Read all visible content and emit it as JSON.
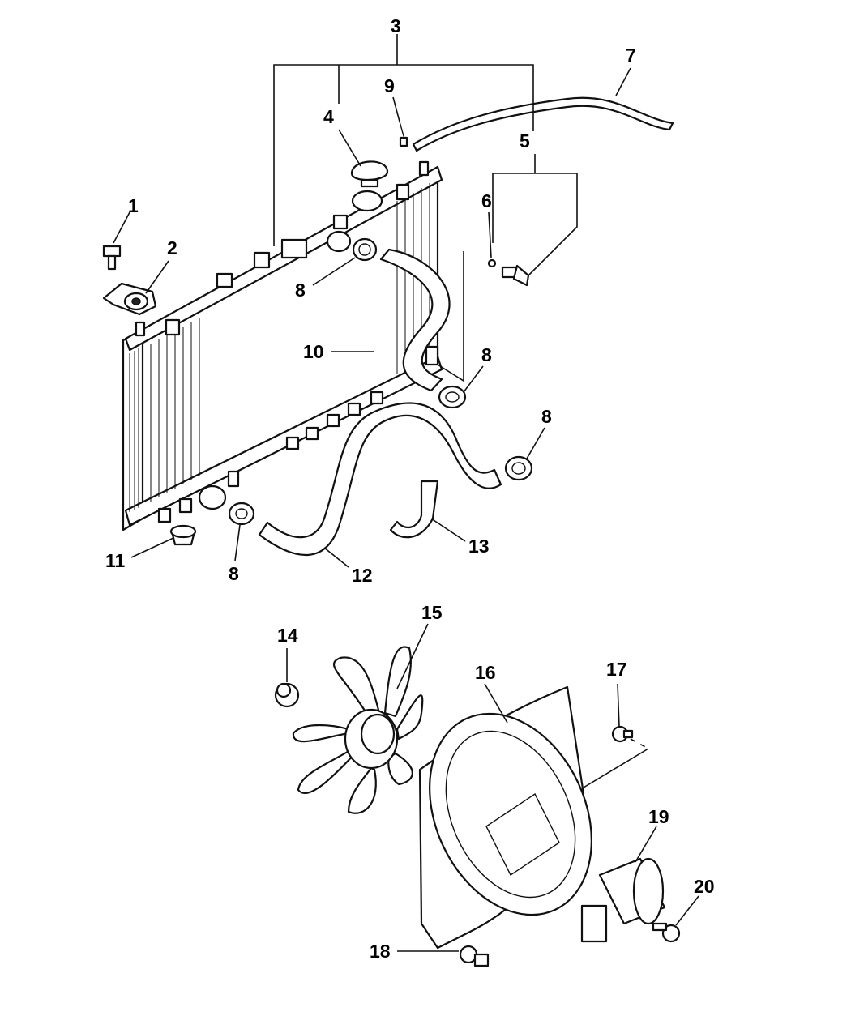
{
  "diagram": {
    "callouts": {
      "c1": "1",
      "c2": "2",
      "c3": "3",
      "c4": "4",
      "c5": "5",
      "c6": "6",
      "c7": "7",
      "c8a": "8",
      "c8b": "8",
      "c8c": "8",
      "c8d": "8",
      "c9": "9",
      "c10": "10",
      "c11": "11",
      "c12": "12",
      "c13": "13",
      "c14": "14",
      "c15": "15",
      "c16": "16",
      "c17": "17",
      "c18": "18",
      "c19": "19",
      "c20": "20"
    }
  }
}
